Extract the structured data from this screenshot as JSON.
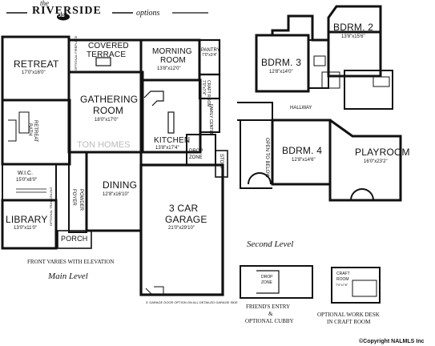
{
  "header": {
    "the": "the",
    "title": "RIVERSIDE",
    "badge": "JB",
    "options": "options"
  },
  "watermark": {
    "brand": "TON HOMES",
    "copyright": "©Copyright NALMLS Inc"
  },
  "main_level": {
    "caption": "Main Level",
    "front_note": "FRONT VARIES WITH ELEVATION",
    "garage_note": "3' GARAGE DOOR OPTION ON ALL DETAILED GARAGE SIDE",
    "rooms": {
      "retreat": {
        "name": "RETREAT",
        "dim": "17'0\"x16'0\""
      },
      "covered_terrace": {
        "line1": "COVERED",
        "line2": "TERRACE"
      },
      "optional_fireplace": "OPTIONAL FIREPLACE",
      "morning_room": {
        "line1": "MORNING",
        "line2": "ROOM",
        "dim": "13'8\"x12'0\""
      },
      "pantry": {
        "name": "PANTRY",
        "dim": "7'0\"x3'4\""
      },
      "gathering_room": {
        "line1": "GATHERING",
        "line2": "ROOM",
        "dim": "18'0\"x17'0\""
      },
      "craft_room": {
        "name": "CRAFT ROOM",
        "dim": "7'0\"x7'4\""
      },
      "family_center": "FAMILY CENTER",
      "retreat_bath": {
        "line1": "RETREAT",
        "line2": "BATH"
      },
      "kitchen": {
        "name": "KITCHEN",
        "dim": "13'8\"x17'4\""
      },
      "drop_zone": {
        "line1": "DROP",
        "line2": "ZONE"
      },
      "stoop": "STOOP",
      "wic": {
        "name": "W.I.C.",
        "dim": "15'0\"x8'0\""
      },
      "dining": {
        "name": "DINING",
        "dim": "12'8\"x16'10\""
      },
      "foyer": "FOYER",
      "powder": "POWDER",
      "optional_tray": "OPTIONAL TRAY CEILING",
      "garage": {
        "line1": "3 CAR",
        "line2": "GARAGE",
        "dim": "21'0\"x29'10\""
      },
      "library": {
        "name": "LIBRARY",
        "dim": "13'0\"x11'0\""
      },
      "porch": "PORCH"
    }
  },
  "second_level": {
    "caption": "Second Level",
    "rooms": {
      "bdrm2": {
        "name": "BDRM. 2",
        "dim": "13'8\"x15'6\""
      },
      "bdrm3": {
        "name": "BDRM. 3",
        "dim": "12'8\"x14'0\""
      },
      "hallway": "HALLWAY",
      "open_below": "OPEN TO BELOW",
      "bdrm4": {
        "name": "BDRM. 4",
        "dim": "12'8\"x14'6\""
      },
      "playroom": {
        "name": "PLAYROOM",
        "dim": "16'0\"x23'2\""
      }
    }
  },
  "options_details": {
    "friends_entry": {
      "line1": "FRIEND'S ENTRY",
      "line2": "&",
      "line3": "OPTIONAL CUBBY"
    },
    "drop_zone_label": {
      "line1": "DROP",
      "line2": "ZONE"
    },
    "craft_room_label": {
      "line1": "CRAFT",
      "line2": "ROOM",
      "dim": "7'0\"x7'8\""
    },
    "work_desk": {
      "line1": "OPTIONAL WORK DESK",
      "line2": "IN CRAFT ROOM"
    }
  }
}
